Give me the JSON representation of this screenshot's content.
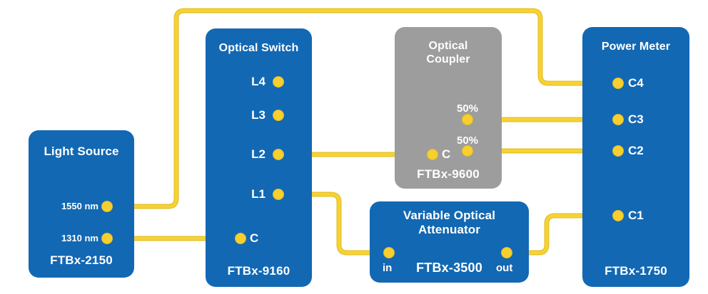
{
  "diagram": {
    "title_internal": "optical-test-setup",
    "colors": {
      "instrument_blue": "#1268b3",
      "coupler_gray": "#9d9d9d",
      "fiber_yellow": "#f3cf30",
      "background": "#ffffff",
      "label_white": "#ffffff"
    }
  },
  "boxes": {
    "light_source": {
      "title": "Light Source",
      "model": "FTBx-2150",
      "ports": [
        {
          "label": "1550 nm",
          "side": "right"
        },
        {
          "label": "1310 nm",
          "side": "right"
        }
      ]
    },
    "optical_switch": {
      "title": "Optical Switch",
      "model": "FTBx-9160",
      "ports": [
        {
          "label": "L4",
          "side": "right"
        },
        {
          "label": "L3",
          "side": "right"
        },
        {
          "label": "L2",
          "side": "right"
        },
        {
          "label": "L1",
          "side": "right"
        },
        {
          "label": "C",
          "side": "left"
        }
      ]
    },
    "optical_coupler": {
      "title_line1": "Optical",
      "title_line2": "Coupler",
      "model": "FTBx-9600",
      "ports": [
        {
          "label": "50%",
          "side": "right"
        },
        {
          "label": "50%",
          "side": "right"
        },
        {
          "label": "C",
          "side": "left"
        }
      ]
    },
    "variable_optical_attenuator": {
      "title_line1": "Variable Optical",
      "title_line2": "Attenuator",
      "model": "FTBx-3500",
      "ports": [
        {
          "label": "in",
          "side": "left"
        },
        {
          "label": "out",
          "side": "right"
        }
      ]
    },
    "power_meter": {
      "title": "Power Meter",
      "model": "FTBx-1750",
      "ports": [
        {
          "label": "C4",
          "side": "left"
        },
        {
          "label": "C3",
          "side": "left"
        },
        {
          "label": "C2",
          "side": "left"
        },
        {
          "label": "C1",
          "side": "left"
        }
      ]
    }
  },
  "connections": [
    {
      "from": "light_source.1550 nm",
      "to": "power_meter.C4"
    },
    {
      "from": "light_source.1310 nm",
      "to": "optical_switch.C"
    },
    {
      "from": "optical_switch.L2",
      "to": "optical_coupler.C"
    },
    {
      "from": "optical_coupler.50%",
      "to": "power_meter.C3"
    },
    {
      "from": "optical_coupler.50%",
      "to": "power_meter.C2"
    },
    {
      "from": "optical_switch.L1",
      "to": "variable_optical_attenuator.in"
    },
    {
      "from": "variable_optical_attenuator.out",
      "to": "power_meter.C1"
    },
    {
      "from": "optical_switch.L4",
      "to": "unconnected"
    },
    {
      "from": "optical_switch.L3",
      "to": "unconnected"
    }
  ]
}
